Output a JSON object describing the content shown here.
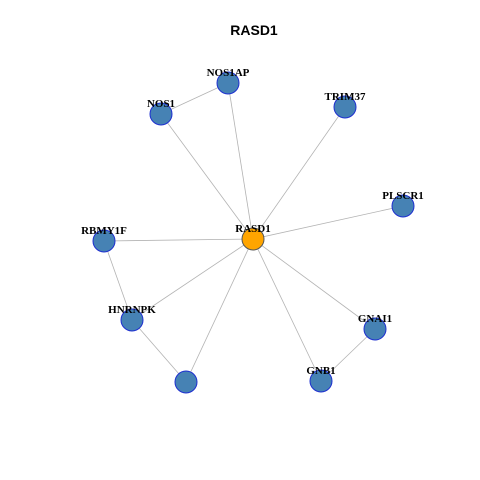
{
  "title": "RASD1",
  "colors": {
    "center_fill": "#FFA500",
    "node_fill": "#4682B4",
    "node_stroke": "#1E2FD0",
    "center_stroke": "#555555",
    "edge": "#B3B3B3"
  },
  "nodes": [
    {
      "id": "RASD1",
      "label": "RASD1",
      "center": true
    },
    {
      "id": "NOS1AP",
      "label": "NOS1AP"
    },
    {
      "id": "NOS1",
      "label": "NOS1"
    },
    {
      "id": "TRIM37",
      "label": "TRIM37"
    },
    {
      "id": "PLSCR1",
      "label": "PLSCR1"
    },
    {
      "id": "RBMY1F",
      "label": "RBMY1F"
    },
    {
      "id": "HNRNPK",
      "label": "HNRNPK"
    },
    {
      "id": "GNAI1",
      "label": "GNAI1"
    },
    {
      "id": "GNB1",
      "label": "GNB1"
    },
    {
      "id": "unlabeled",
      "label": ""
    }
  ],
  "edges": [
    [
      "RASD1",
      "NOS1AP"
    ],
    [
      "RASD1",
      "NOS1"
    ],
    [
      "RASD1",
      "TRIM37"
    ],
    [
      "RASD1",
      "PLSCR1"
    ],
    [
      "RASD1",
      "RBMY1F"
    ],
    [
      "RASD1",
      "HNRNPK"
    ],
    [
      "RASD1",
      "GNAI1"
    ],
    [
      "RASD1",
      "GNB1"
    ],
    [
      "RASD1",
      "unlabeled"
    ],
    [
      "NOS1",
      "NOS1AP"
    ],
    [
      "RBMY1F",
      "HNRNPK"
    ],
    [
      "HNRNPK",
      "unlabeled"
    ],
    [
      "GNAI1",
      "GNB1"
    ]
  ]
}
